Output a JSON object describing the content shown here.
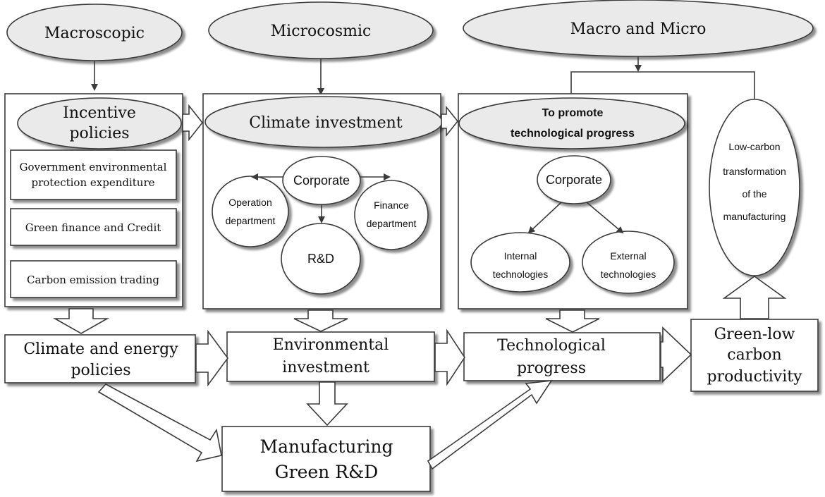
{
  "labels": {
    "macroscopic": "Macroscopic",
    "microcosmic": "Microcosmic",
    "macro_micro": "Macro and Micro",
    "incentive_1": "Incentive",
    "incentive_2": "policies",
    "gov_exp_1": "Government environmental",
    "gov_exp_2": "protection expenditure",
    "green_finance": "Green finance and Credit",
    "carbon_trading": "Carbon emission trading",
    "climate_investment": "Climate investment",
    "corporate_1": "Corporate",
    "operation_1": "Operation",
    "operation_2": "department",
    "finance_1": "Finance",
    "finance_2": "department",
    "rd": "R&D",
    "promote_1": "To promote",
    "promote_2": "technological progress",
    "corporate_2": "Corporate",
    "internal_1": "Internal",
    "internal_2": "technologies",
    "external_1": "External",
    "external_2": "technologies",
    "lowcarbon_1": "Low-carbon",
    "lowcarbon_2": "transformation",
    "lowcarbon_3": "of the",
    "lowcarbon_4": "manufacturing",
    "climate_energy_1": "Climate and energy",
    "climate_energy_2": "policies",
    "env_inv_1": "Environmental",
    "env_inv_2": "investment",
    "tech_prog_1": "Technological",
    "tech_prog_2": "progress",
    "glc_1": "Green-low",
    "glc_2": "carbon",
    "glc_3": "productivity",
    "mfg_1": "Manufacturing",
    "mfg_2": "Green R&D"
  },
  "colors": {
    "stroke": "#3a3a3a",
    "ellipse_fill": "#eaeaea",
    "box_fill": "#ffffff",
    "arrow_fill": "#ffffff"
  }
}
